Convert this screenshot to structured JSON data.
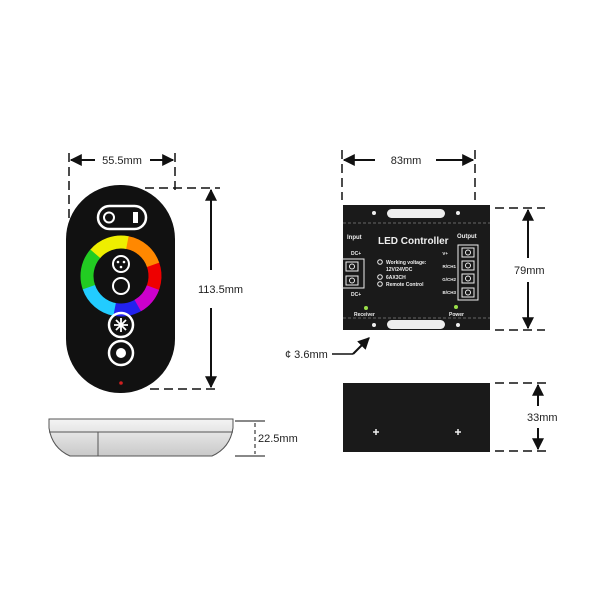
{
  "remote": {
    "width_label": "55.5mm",
    "height_label": "113.5mm",
    "thickness_label": "22.5mm"
  },
  "controller": {
    "width_label": "83mm",
    "height_label": "79mm",
    "hole_label": "¢ 3.6mm",
    "depth_label": "33mm",
    "title": "LED Controller",
    "input_label": "Input",
    "output_label": "Output",
    "dc_plus_top": "DC+",
    "dc_plus_bottom": "DC+",
    "spec_1a": "Working voltage:",
    "spec_1b": "12V/24VDC",
    "spec_2": "6AX3CH",
    "spec_3": "Remote Control",
    "out_v": "V+",
    "out_r": "R/CH1",
    "out_g": "G/CH2",
    "out_b": "B/CH3",
    "receiver_label": "Receiver",
    "power_label": "Power"
  },
  "colors": {
    "body": "#1a1a1a",
    "led_green": "#9be04a",
    "led_red": "#d02020"
  }
}
